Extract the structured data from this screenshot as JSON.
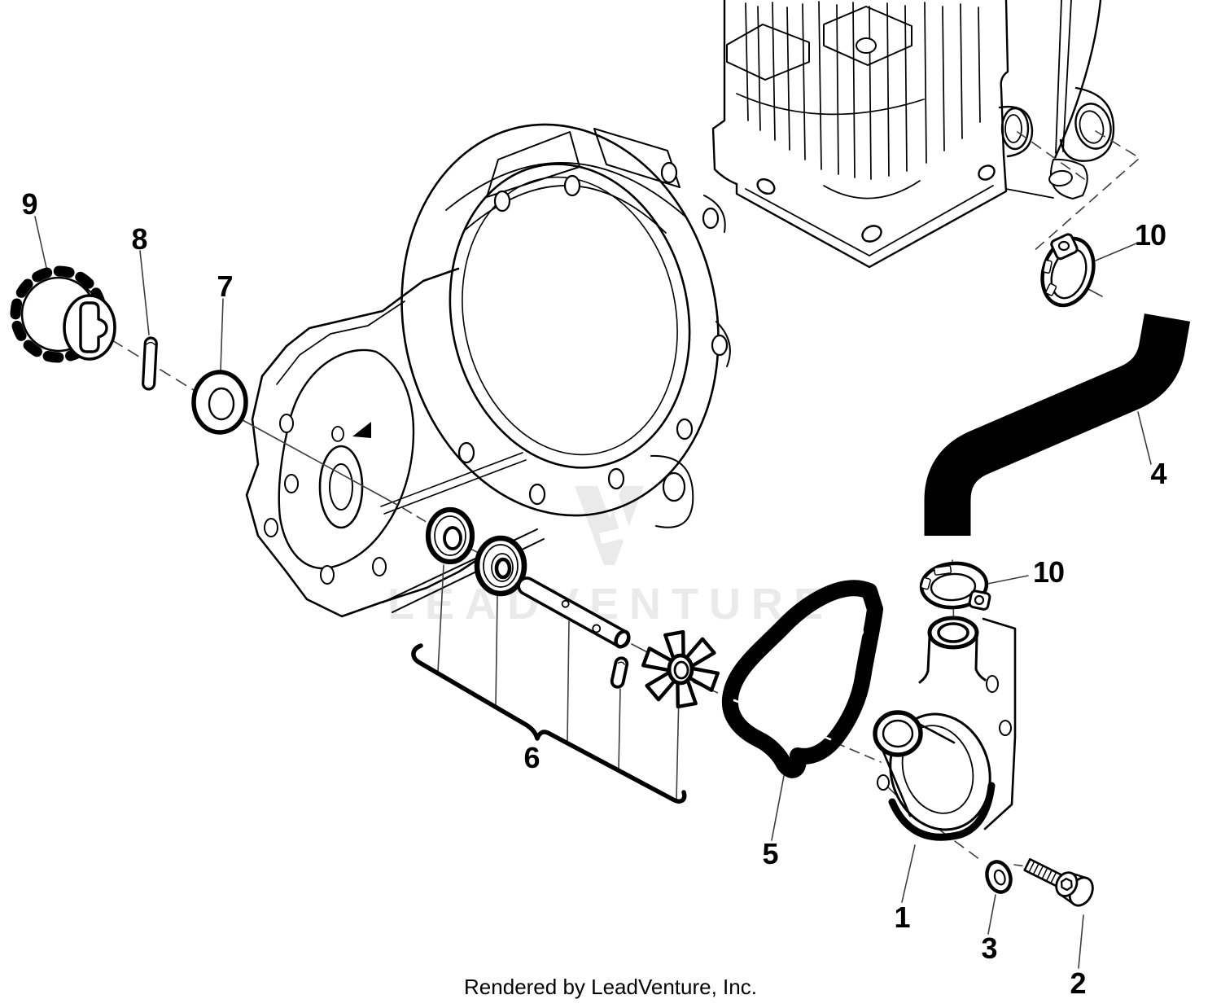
{
  "page": {
    "background": "#ffffff"
  },
  "watermark": {
    "logo_icon": "leadventure-v-logo",
    "text": "LEADVENTURE",
    "color": "#eaeaea"
  },
  "footer": {
    "text": "Rendered by LeadVenture, Inc."
  },
  "drawing": {
    "line_color": "#000000",
    "leader_color": "#3d3d3d",
    "fill_color": "#ffffff"
  },
  "callouts": {
    "c1": "1",
    "c2": "2",
    "c3": "3",
    "c4": "4",
    "c5": "5",
    "c6": "6",
    "c7": "7",
    "c8": "8",
    "c9": "9",
    "c10_top": "10",
    "c10_bottom": "10"
  }
}
